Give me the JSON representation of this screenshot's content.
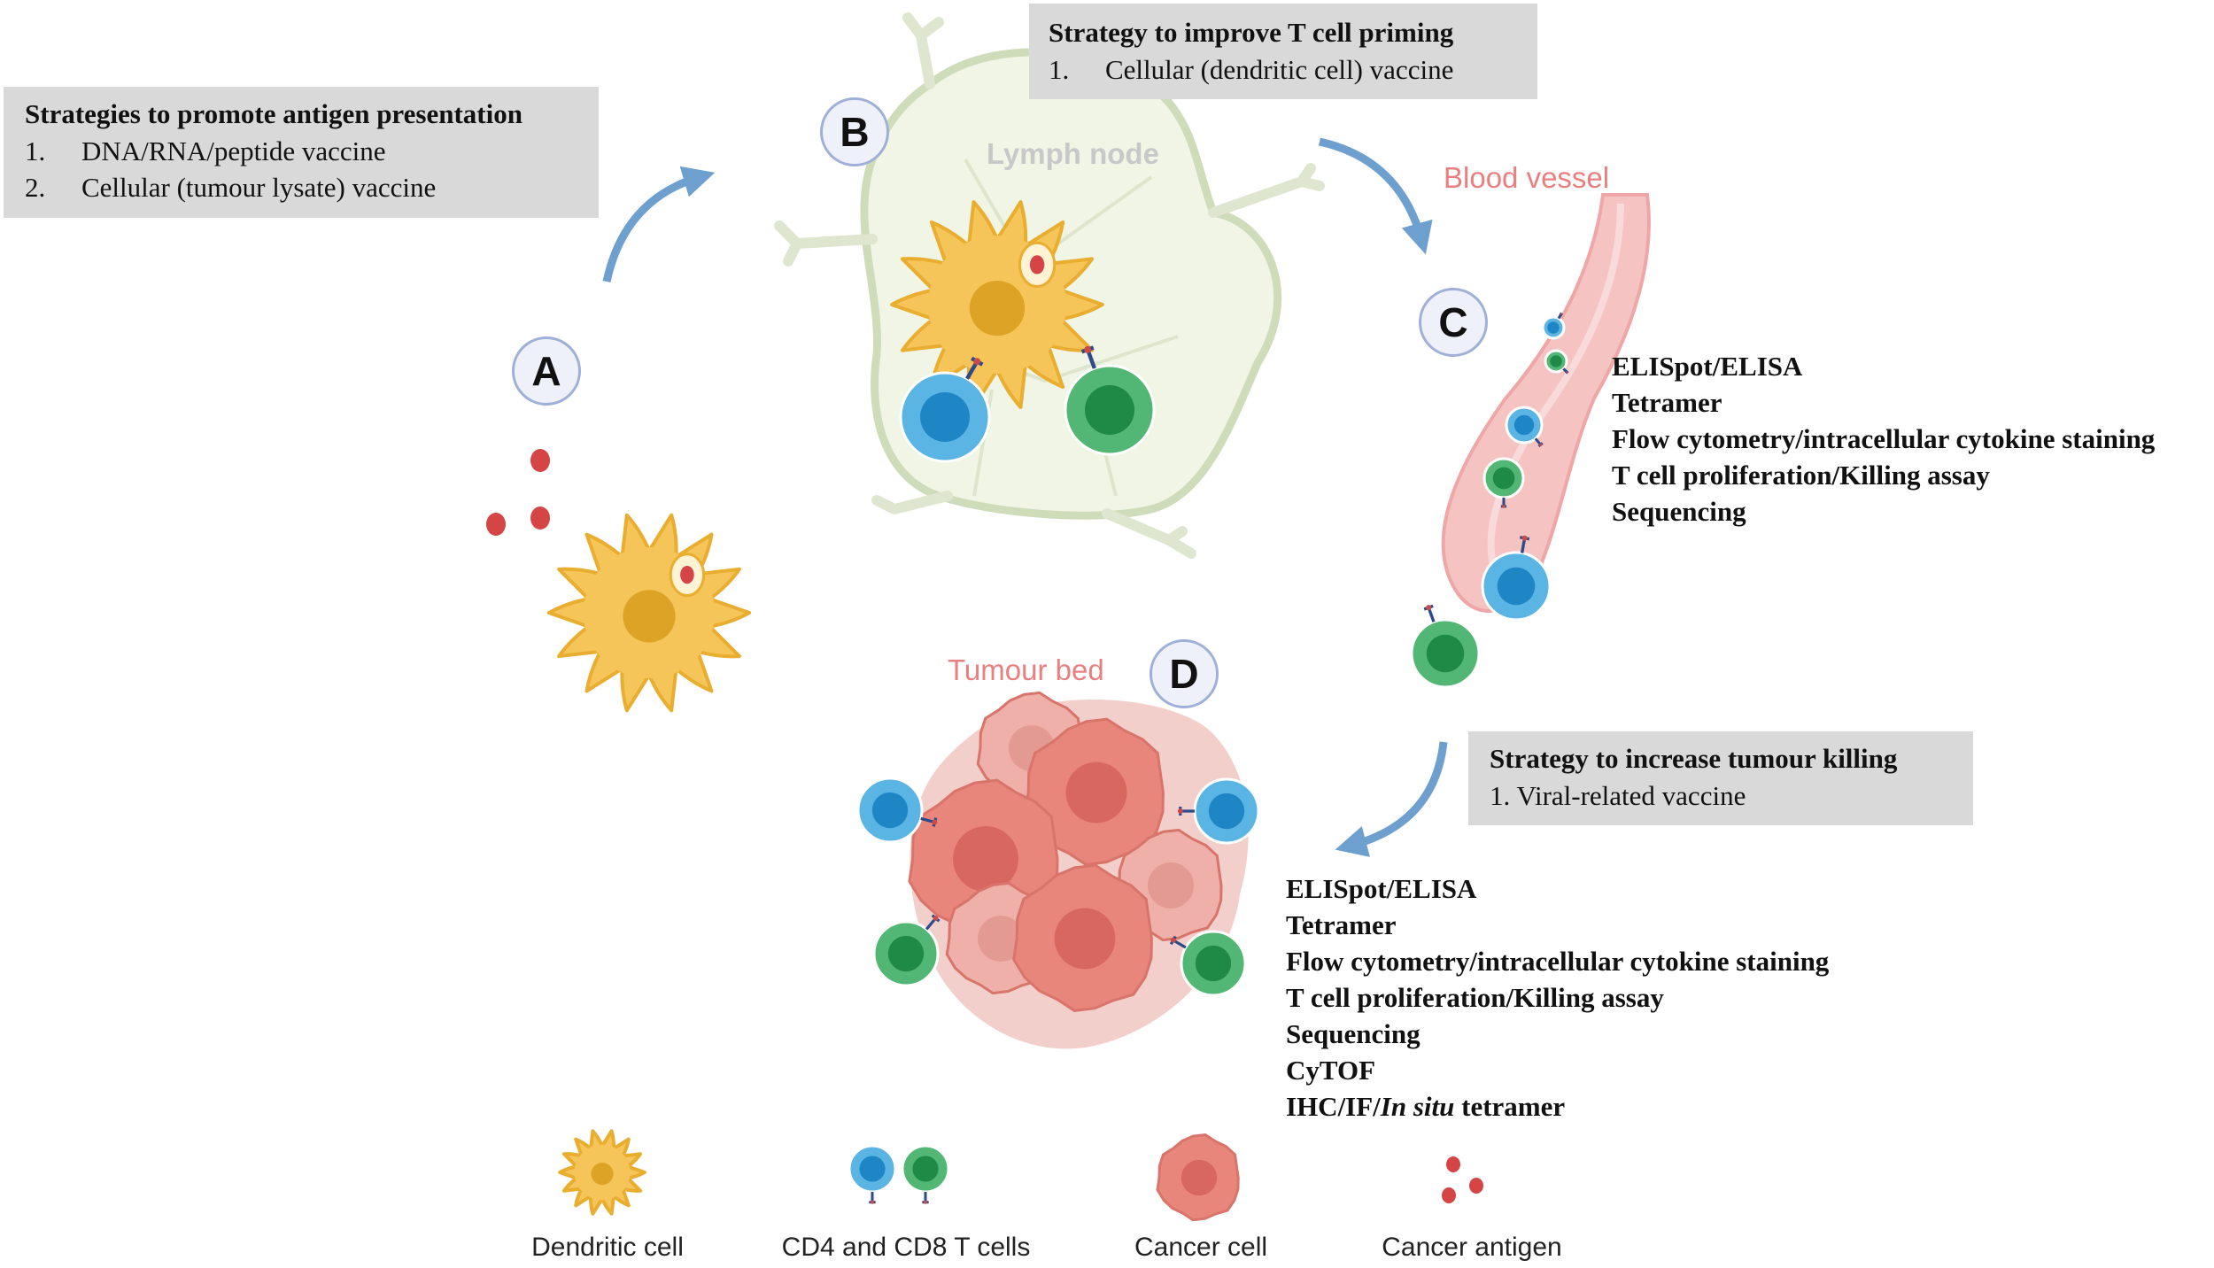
{
  "panels": {
    "a": {
      "badge": "A"
    },
    "b": {
      "badge": "B",
      "place": "Lymph node"
    },
    "c": {
      "badge": "C",
      "place": "Blood vessel"
    },
    "d": {
      "badge": "D",
      "place": "Tumour bed"
    }
  },
  "strategy_a": {
    "title": "Strategies to promote antigen presentation",
    "items": [
      {
        "num": "1.",
        "text": "DNA/RNA/peptide  vaccine"
      },
      {
        "num": "2.",
        "text": "Cellular (tumour lysate)  vaccine"
      }
    ]
  },
  "strategy_b": {
    "title": "Strategy to improve  T cell priming",
    "items": [
      {
        "num": "1.",
        "text": "Cellular (dendritic cell)  vaccine"
      }
    ]
  },
  "strategy_d": {
    "title": "Strategy to increase tumour killing",
    "items": [
      {
        "text": "1. Viral-related vaccine"
      }
    ]
  },
  "methods_c": [
    "ELISpot/ELISA",
    "Tetramer",
    "Flow cytometry/intracellular  cytokine staining",
    "T cell proliferation/Killing  assay",
    "Sequencing"
  ],
  "methods_d": {
    "items": [
      "ELISpot/ELISA",
      "Tetramer",
      "Flow cytometry/intracellular  cytokine staining",
      "T cell proliferation/Killing  assay",
      "Sequencing",
      "CyTOF"
    ],
    "last_prefix": "IHC/IF/",
    "last_italic": "In situ",
    "last_suffix": " tetramer"
  },
  "legend": {
    "dendritic": "Dendritic cell",
    "tcells": "CD4 and CD8 T cells",
    "cancer": "Cancer cell",
    "antigen": "Cancer antigen"
  },
  "colors": {
    "dendritic": "#f6c55a",
    "dendritic_nucleus": "#dca326",
    "cd4": "#5ab4e4",
    "cd4_core": "#1f86c6",
    "cd8": "#52b674",
    "cd8_core": "#1f8a45",
    "antigen": "#d64545",
    "cancer": "#e9867c",
    "cancer_nucleus": "#d8685f",
    "arrow": "#6d9fcf",
    "vessel": "#f4b6b6",
    "place_label_pink": "#ea7f80",
    "place_label_grey": "#c8c8c8",
    "box_bg": "#d9d9d9"
  }
}
